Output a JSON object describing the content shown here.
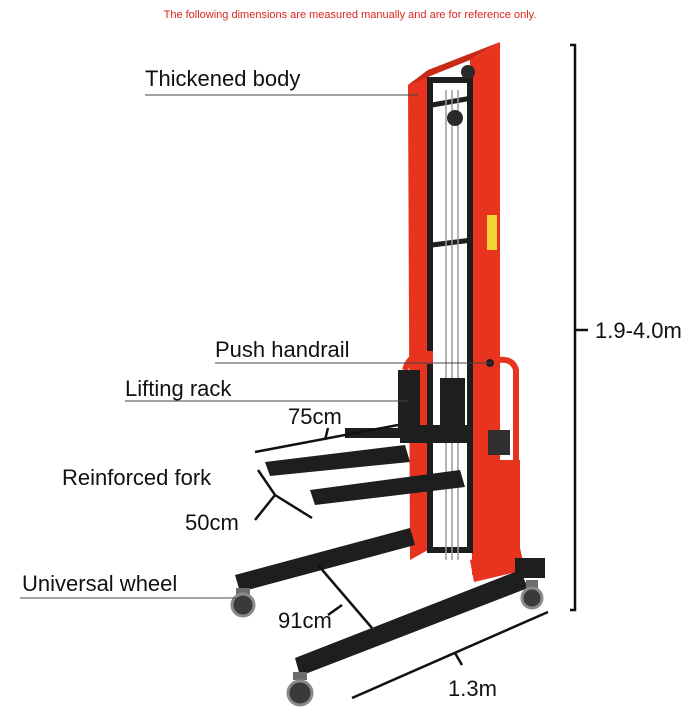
{
  "notice": "The following dimensions are measured manually and are for reference only.",
  "labels": {
    "thickened_body": "Thickened body",
    "push_handrail": "Push handrail",
    "lifting_rack": "Lifting rack",
    "reinforced_fork": "Reinforced fork",
    "universal_wheel": "Universal wheel"
  },
  "dimensions": {
    "height": "1.9-4.0m",
    "fork_spread": "75cm",
    "fork_gap": "50cm",
    "base_width": "91cm",
    "base_length": "1.3m"
  },
  "colors": {
    "mast_red": "#e8341f",
    "steel_black": "#1e1e1e",
    "notice_red": "#d9261c"
  }
}
